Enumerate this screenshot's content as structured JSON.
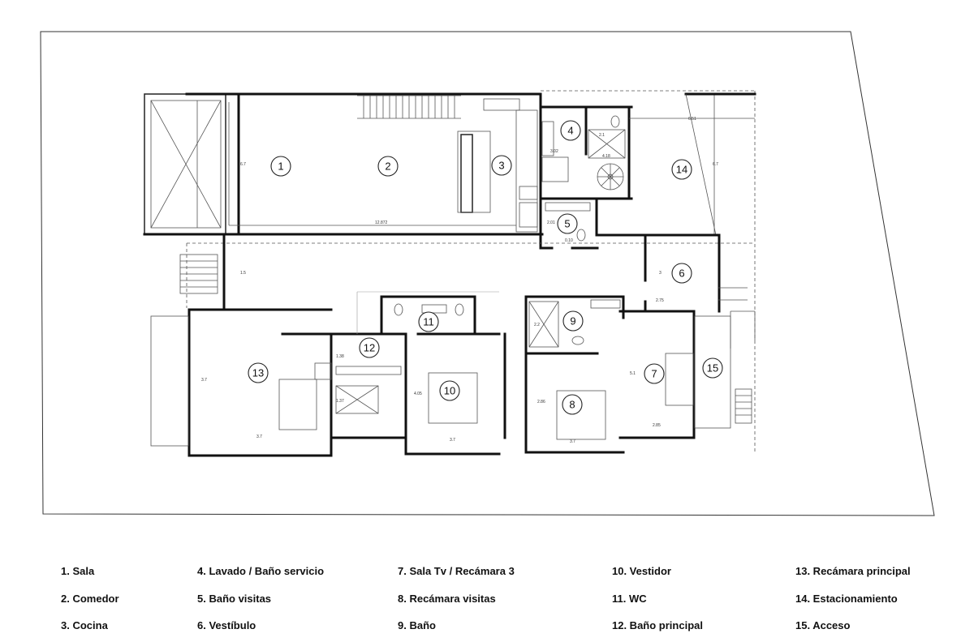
{
  "rooms": [
    {
      "num": "1",
      "name": "Sala"
    },
    {
      "num": "2",
      "name": "Comedor"
    },
    {
      "num": "3",
      "name": "Cocina"
    },
    {
      "num": "4",
      "name": "Lavado / Baño servicio"
    },
    {
      "num": "5",
      "name": "Baño visitas"
    },
    {
      "num": "6",
      "name": "Vestíbulo"
    },
    {
      "num": "7",
      "name": "Sala Tv / Recámara 3"
    },
    {
      "num": "8",
      "name": "Recámara visitas"
    },
    {
      "num": "9",
      "name": "Baño"
    },
    {
      "num": "10",
      "name": "Vestidor"
    },
    {
      "num": "11",
      "name": "WC"
    },
    {
      "num": "12",
      "name": "Baño principal"
    },
    {
      "num": "13",
      "name": "Recámara principal"
    },
    {
      "num": "14",
      "name": "Estacionamiento"
    },
    {
      "num": "15",
      "name": "Acceso"
    }
  ],
  "legend": {
    "col1": [
      "1. Sala",
      "2. Comedor",
      "3. Cocina"
    ],
    "col2": [
      "4. Lavado / Baño servicio",
      "5. Baño visitas",
      "6. Vestíbulo"
    ],
    "col3": [
      "7. Sala Tv / Recámara 3",
      "8. Recámara visitas",
      "9. Baño"
    ],
    "col4": [
      "10. Vestidor",
      "11. WC",
      "12. Baño principal"
    ],
    "col5": [
      "13. Recámara principal",
      "14. Estacionamiento",
      "15. Acceso"
    ]
  },
  "dimensions": {
    "d1": "12.872",
    "d2": "6.7",
    "d3": "1.5",
    "d4": "3.02",
    "d5": "2.1",
    "d6": "6.51",
    "d7": "3.7",
    "d8": "4.05",
    "d9": "3.7",
    "d10": "3.7",
    "d11": "2.85",
    "d12": "2.86",
    "d13": "2.75",
    "d14": "2.01",
    "d15": "3.7",
    "d16": "3",
    "d17": "1.38",
    "d18": "1.37",
    "d19": "0.10",
    "d20": "2.2",
    "d21": "6.7",
    "d22": "5.1",
    "d23": "4.18"
  }
}
